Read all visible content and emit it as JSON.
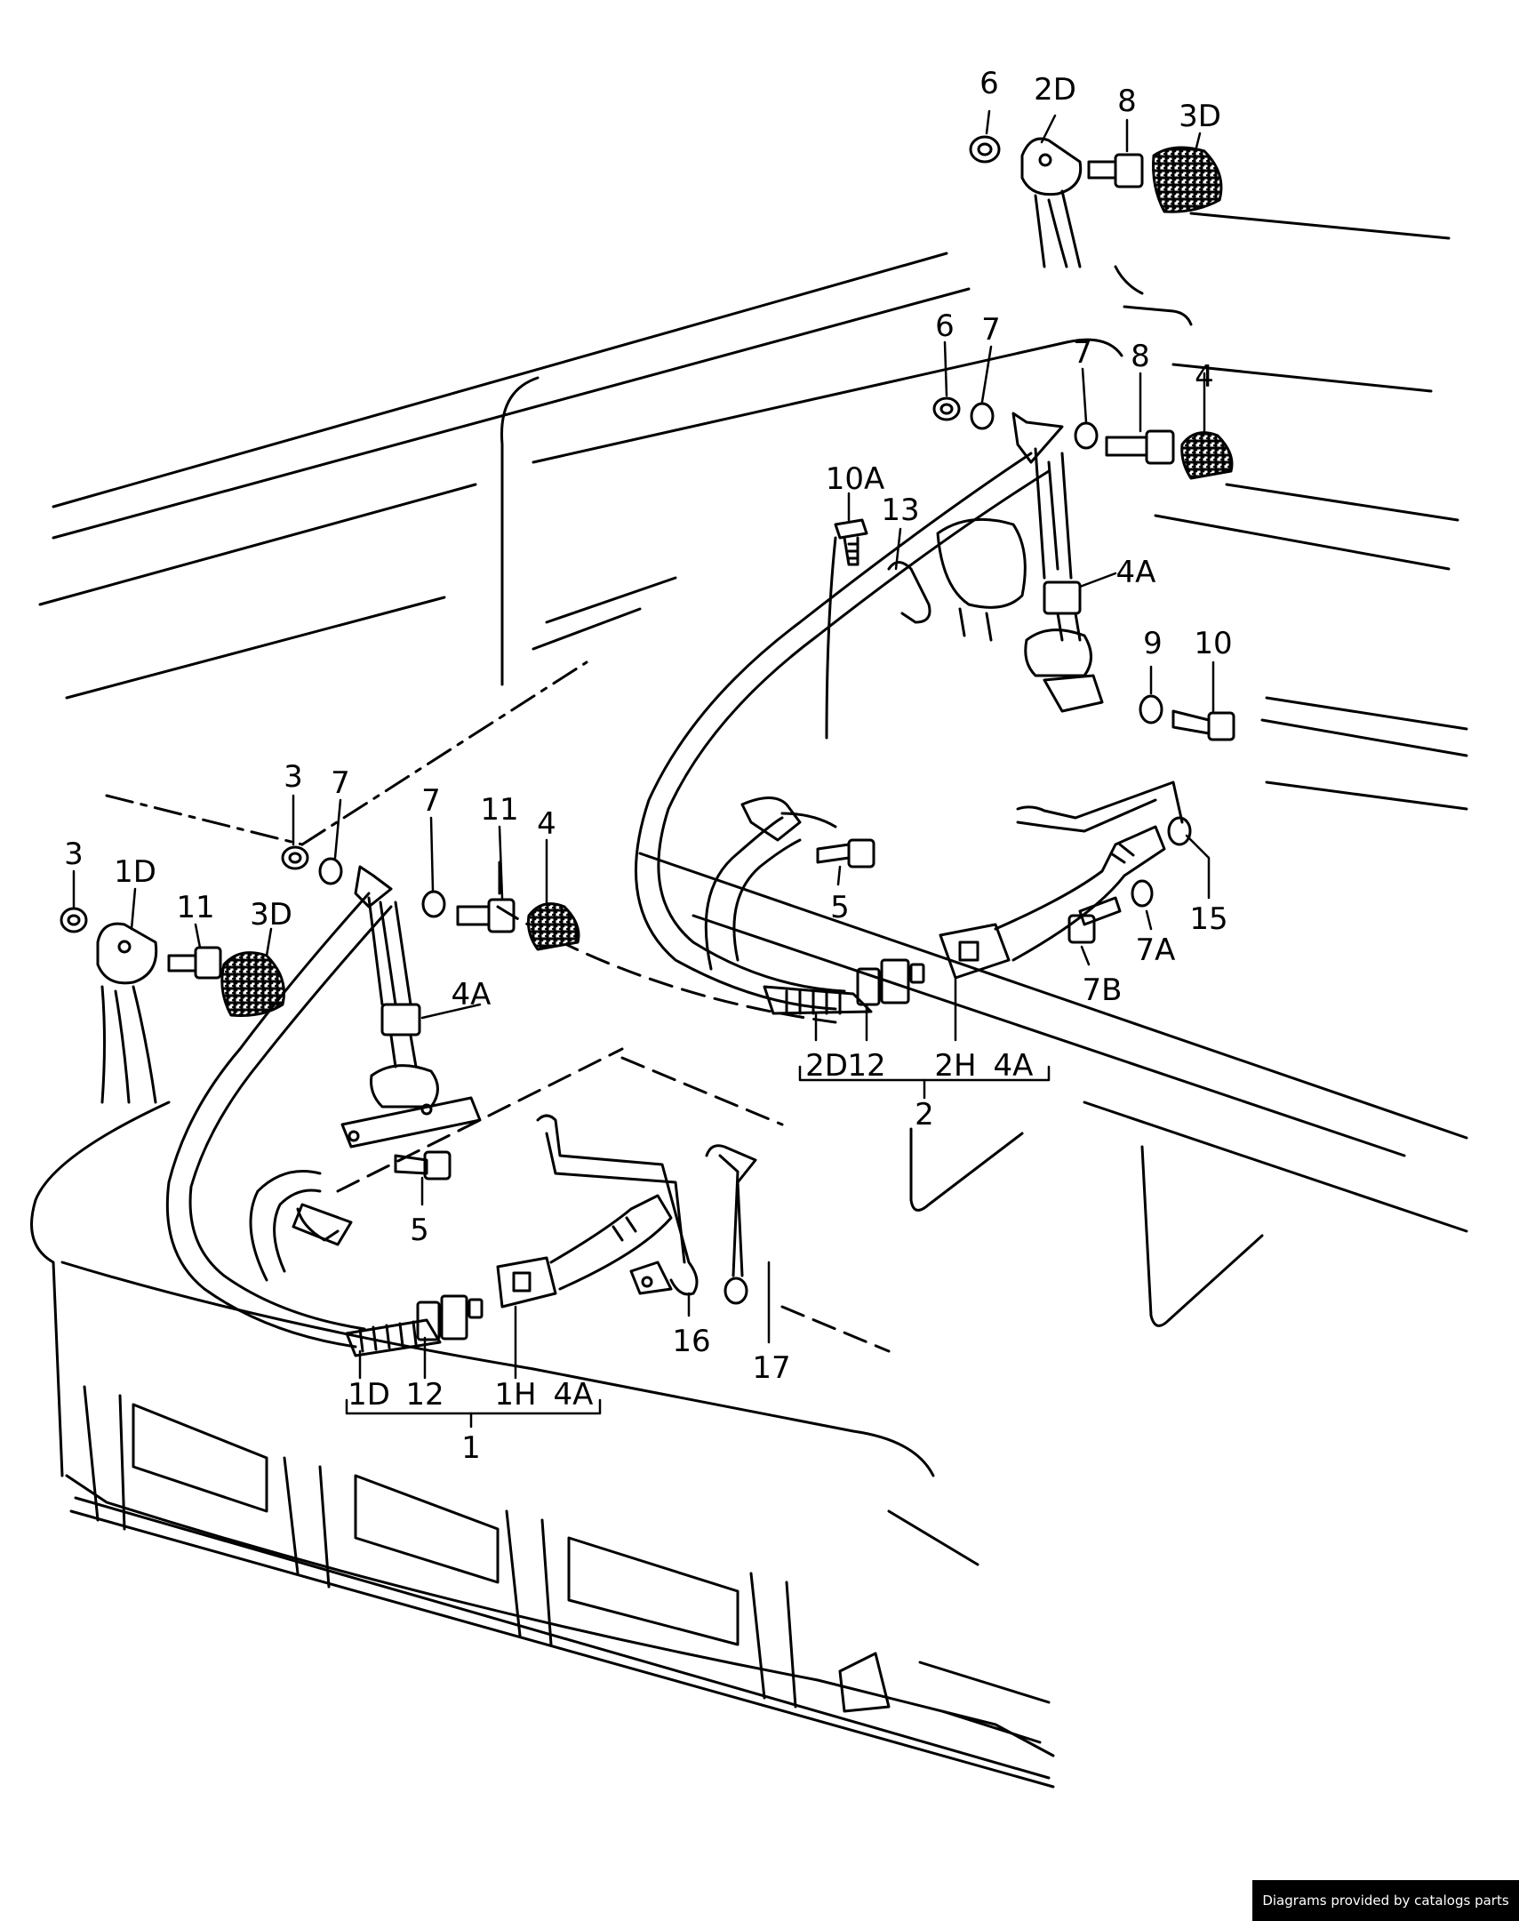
{
  "diagram": {
    "callouts": {
      "c6_top": "6",
      "c2D_top": "2D",
      "c8_top": "8",
      "c3D_top": "3D",
      "c6_mid": "6",
      "c7_mid_a": "7",
      "c7_mid_b": "7",
      "c8_mid": "8",
      "c4_right": "4",
      "c10A": "10A",
      "c13": "13",
      "c4A_right": "4A",
      "c9": "9",
      "c10": "10",
      "c3_left_a": "3",
      "c7_left_a": "7",
      "c7_left_b": "7",
      "c11_left_a": "11",
      "c4_left": "4",
      "c3_left_b": "3",
      "c1D_top": "1D",
      "c11_left_b": "11",
      "c3D_left": "3D",
      "c4A_left": "4A",
      "c5_right": "5",
      "c15": "15",
      "c7A": "7A",
      "c7B": "7B",
      "c2D_bottom": "2D",
      "c12_right": "12",
      "c2H": "2H",
      "c4A_bottom_right": "4A",
      "c2": "2",
      "c5_left": "5",
      "c16": "16",
      "c17": "17",
      "c1D_bottom": "1D",
      "c12_left": "12",
      "c1H": "1H",
      "c4A_bottom_left": "4A",
      "c1": "1"
    }
  },
  "footer": {
    "credit": "Diagrams provided by catalogs parts"
  }
}
